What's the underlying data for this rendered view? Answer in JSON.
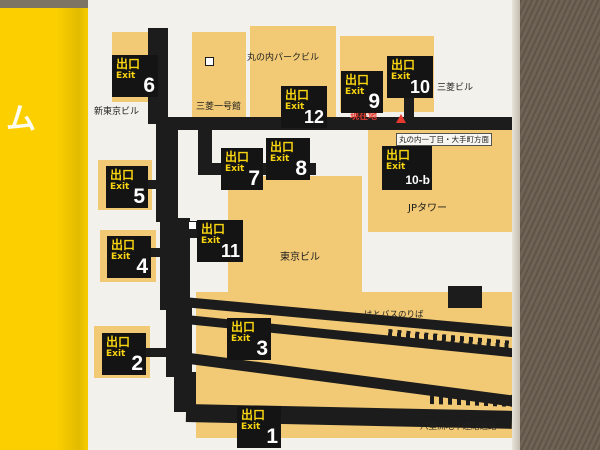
{
  "colors": {
    "yellow": "#fcd000",
    "tan": "#f2ca76",
    "road": "#1c1c1c",
    "red": "#e8392f",
    "sign_bg": "#141414",
    "sign_text": "#f8d410"
  },
  "side_text": "ム",
  "map": {
    "current_location": "現在地",
    "direction_label": "丸の内一丁目・大手町方面",
    "buildings": [
      "丸の内パークビル",
      "三菱ビル",
      "新東京ビル",
      "三菱一号館",
      "JPタワー",
      "東京ビル",
      "はとバスのりば",
      "八重洲地下連絡通路"
    ],
    "exits": [
      {
        "jp": "出口",
        "en": "Exit",
        "num": "6"
      },
      {
        "jp": "出口",
        "en": "Exit",
        "num": "12"
      },
      {
        "jp": "出口",
        "en": "Exit",
        "num": "9"
      },
      {
        "jp": "出口",
        "en": "Exit",
        "num": "10"
      },
      {
        "jp": "出口",
        "en": "Exit",
        "num": "5"
      },
      {
        "jp": "出口",
        "en": "Exit",
        "num": "7"
      },
      {
        "jp": "出口",
        "en": "Exit",
        "num": "8"
      },
      {
        "jp": "出口",
        "en": "Exit",
        "num": "10-b"
      },
      {
        "jp": "出口",
        "en": "Exit",
        "num": "4"
      },
      {
        "jp": "出口",
        "en": "Exit",
        "num": "11"
      },
      {
        "jp": "出口",
        "en": "Exit",
        "num": "2"
      },
      {
        "jp": "出口",
        "en": "Exit",
        "num": "3"
      },
      {
        "jp": "出口",
        "en": "Exit",
        "num": "1"
      }
    ]
  }
}
